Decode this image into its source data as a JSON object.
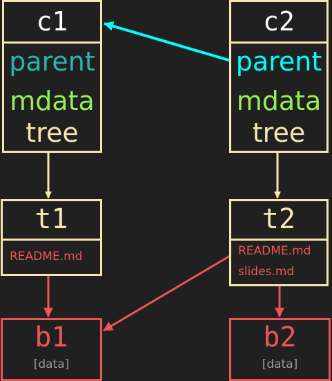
{
  "commits": [
    {
      "id": "c1",
      "fields": {
        "parent": "parent",
        "mdata": "mdata",
        "tree": "tree"
      }
    },
    {
      "id": "c2",
      "fields": {
        "parent": "parent",
        "mdata": "mdata",
        "tree": "tree"
      }
    }
  ],
  "trees": [
    {
      "id": "t1",
      "entries": [
        "README.md"
      ]
    },
    {
      "id": "t2",
      "entries": [
        "README.md",
        "slides.md"
      ]
    }
  ],
  "blobs": [
    {
      "id": "b1",
      "content": "[data]"
    },
    {
      "id": "b2",
      "content": "[data]"
    }
  ],
  "edges": [
    {
      "from": "c1.tree",
      "to": "t1"
    },
    {
      "from": "c2.tree",
      "to": "t2"
    },
    {
      "from": "c2.parent",
      "to": "c1"
    },
    {
      "from": "t1.README.md",
      "to": "b1"
    },
    {
      "from": "t2.README.md",
      "to": "b1"
    },
    {
      "from": "t2.slides.md",
      "to": "b2"
    }
  ],
  "colors": {
    "background": "#202020",
    "commit_border": "#f8e6b0",
    "tree_text": "#f8e6b0",
    "blob": "#ee5555",
    "parent_c1": "#2ab3b3",
    "parent_c2": "#00ffff",
    "mdata": "#99ee55",
    "blob_data": "#9a9a9a"
  }
}
